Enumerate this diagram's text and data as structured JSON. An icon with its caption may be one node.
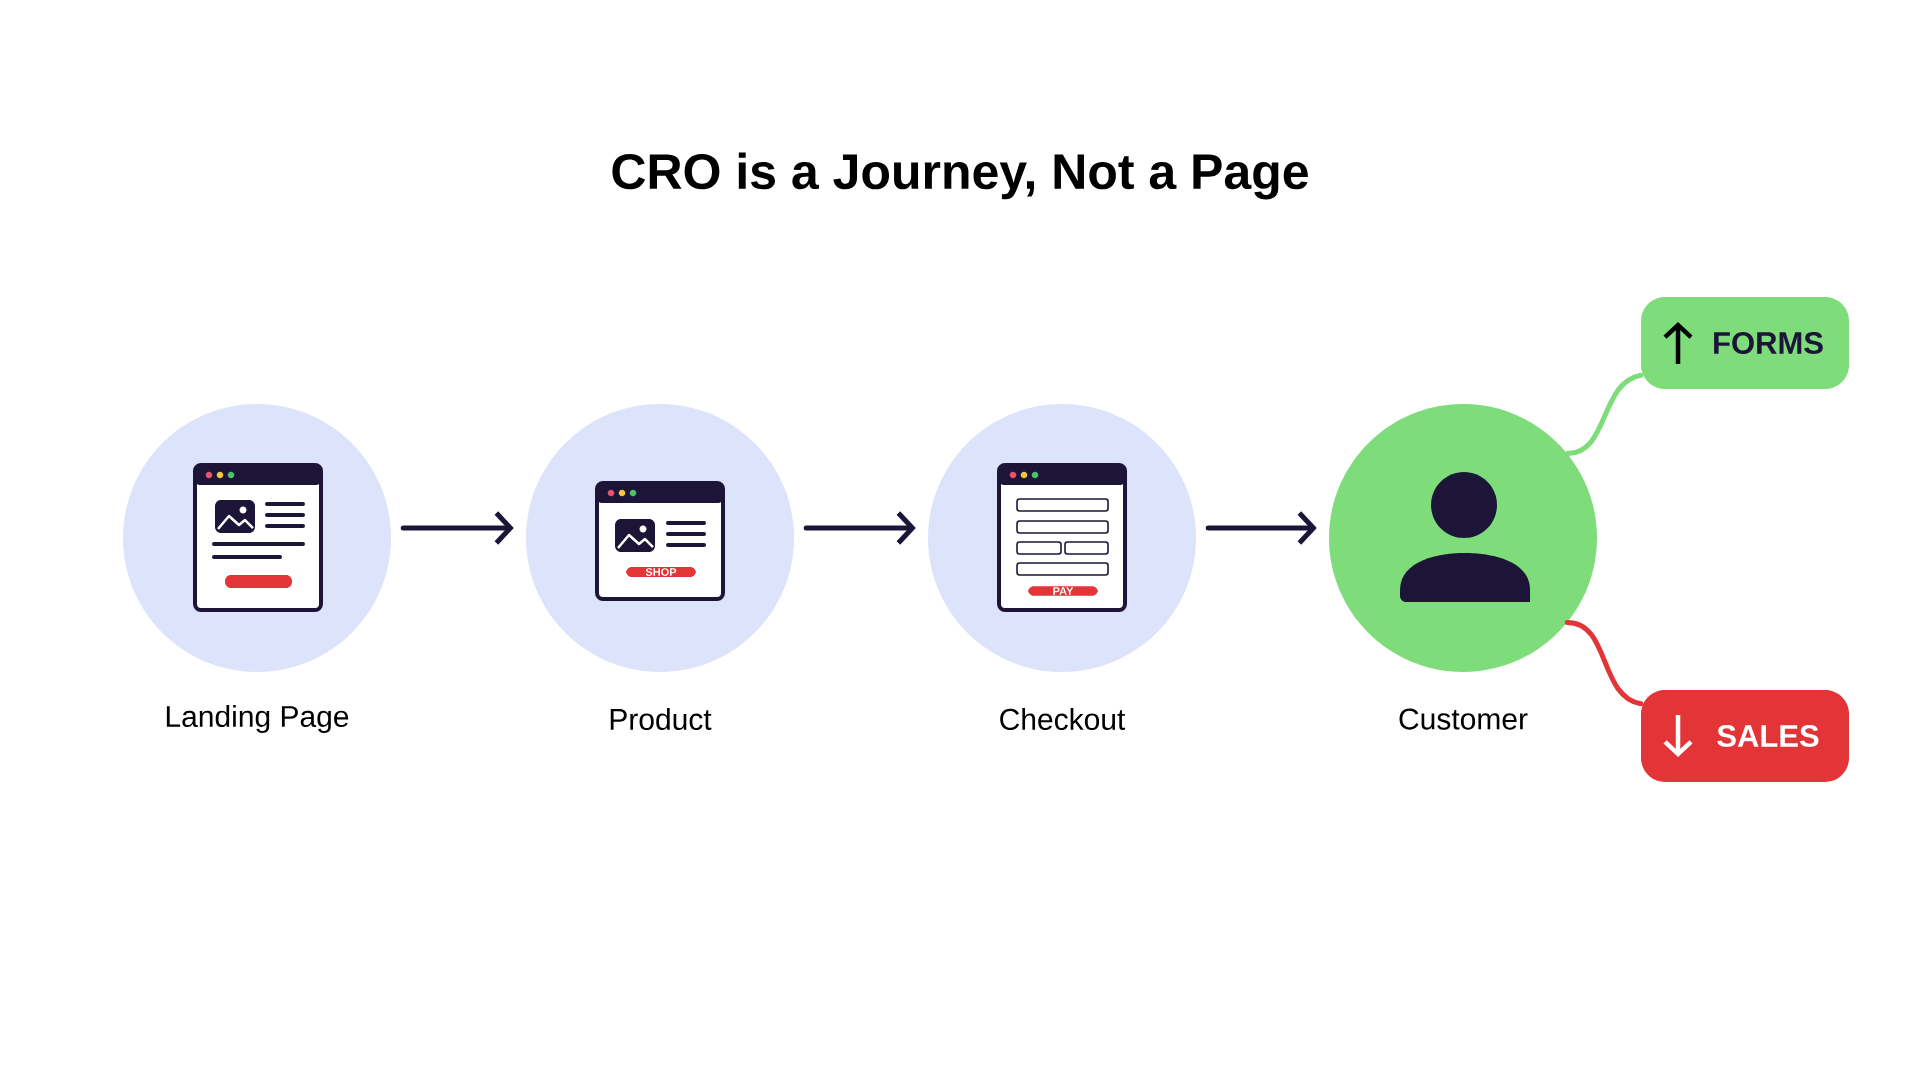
{
  "diagram": {
    "title": "CRO is a Journey, Not a Page",
    "nodes": [
      {
        "text": [
          "Landing Page"
        ]
      },
      {
        "text": [
          "Product"
        ]
      },
      {
        "text": [
          "Checkout"
        ]
      },
      {
        "text": [
          "Customer"
        ]
      },
      {
        "text": [
          "FORMS"
        ]
      },
      {
        "text": [
          "SALES"
        ]
      }
    ],
    "edges": [
      {
        "from": 0,
        "to": 1,
        "arrow": "to"
      },
      {
        "from": 1,
        "to": 2,
        "arrow": "to"
      },
      {
        "from": 2,
        "to": 3,
        "arrow": "to"
      },
      {
        "from": 3,
        "to": 4,
        "arrow": "none",
        "color": "#7edc7a"
      },
      {
        "from": 3,
        "to": 5,
        "arrow": "none",
        "color": "#e33437"
      }
    ],
    "labels": [
      "SHOP",
      "PAY"
    ]
  }
}
